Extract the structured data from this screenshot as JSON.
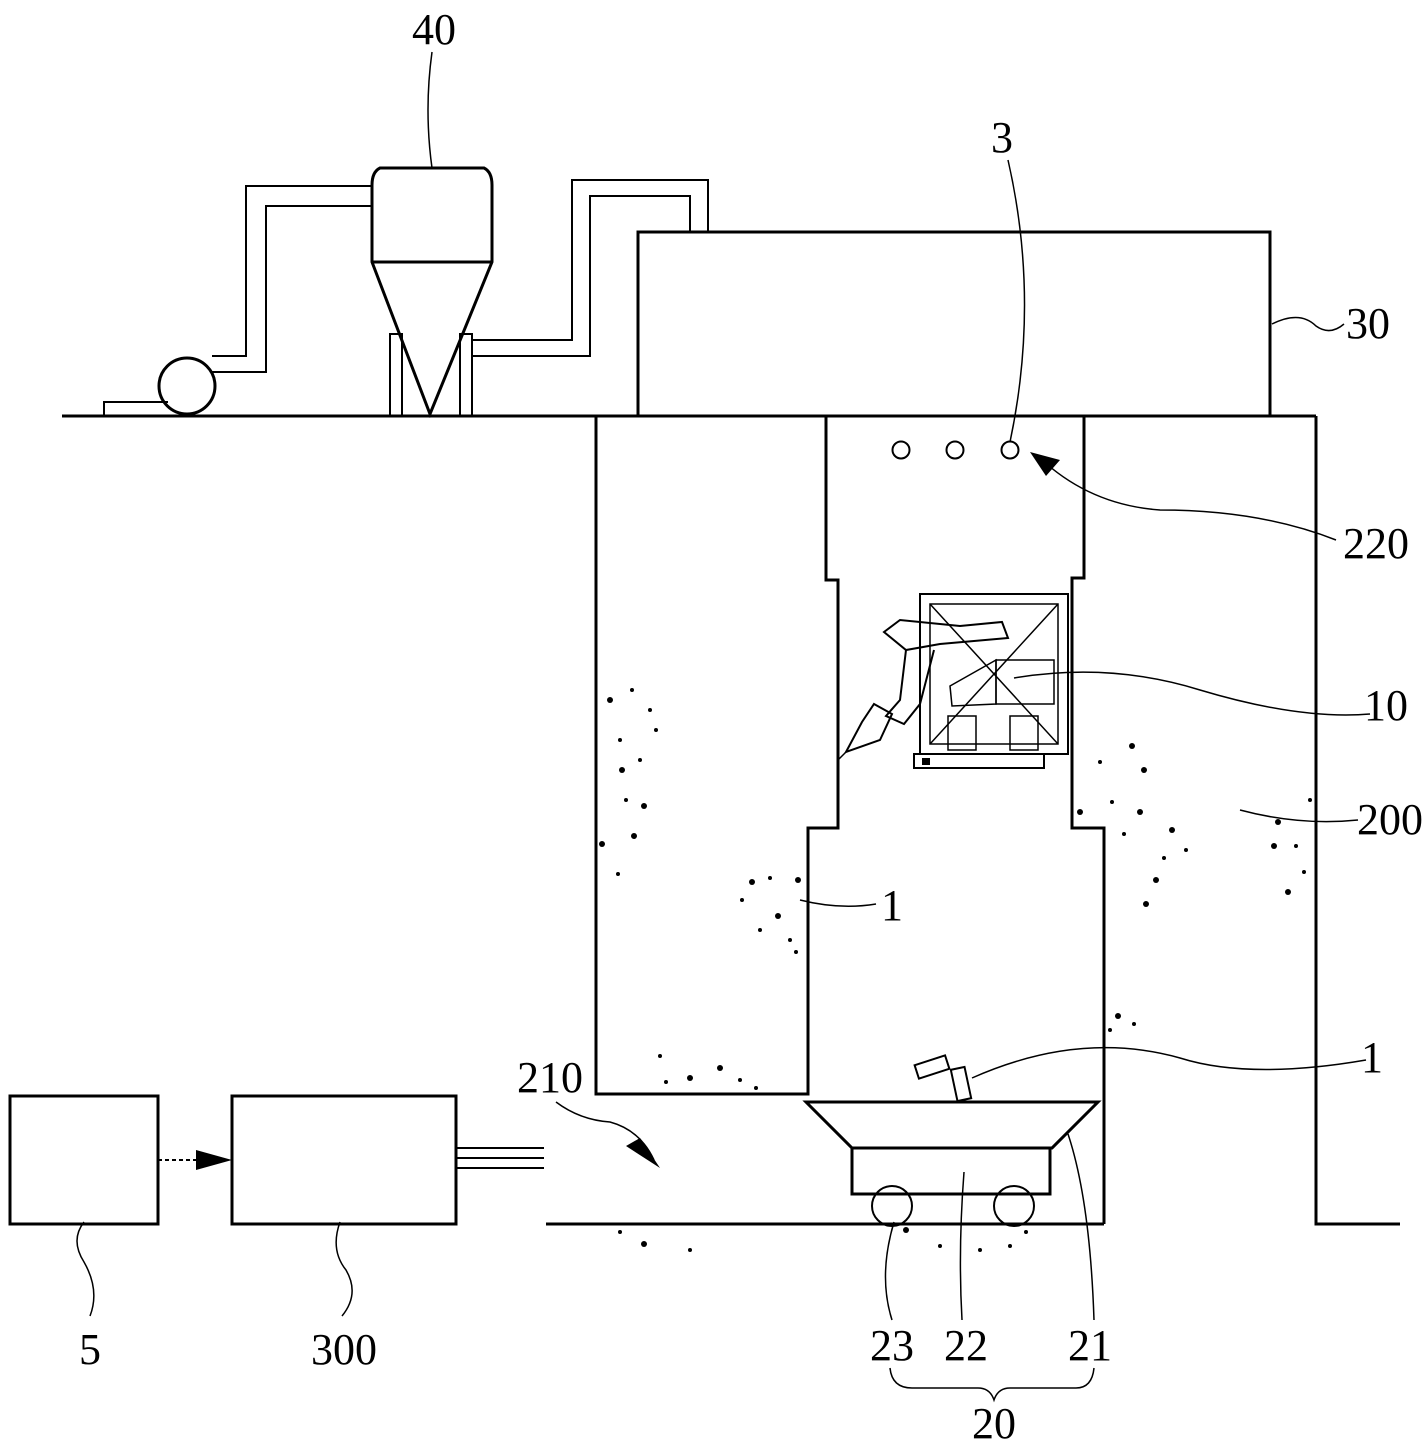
{
  "labels": {
    "cyclone": "40",
    "upper_unit": "30",
    "nozzle": "3",
    "nozzle_holes": "220",
    "robot": "10",
    "shaft": "200",
    "debris_upper": "1",
    "debris_lower": "1",
    "opening": "210",
    "controller": "5",
    "supply_unit": "300",
    "wheel": "23",
    "cart_body": "22",
    "hopper": "21",
    "cart_assembly": "20"
  }
}
